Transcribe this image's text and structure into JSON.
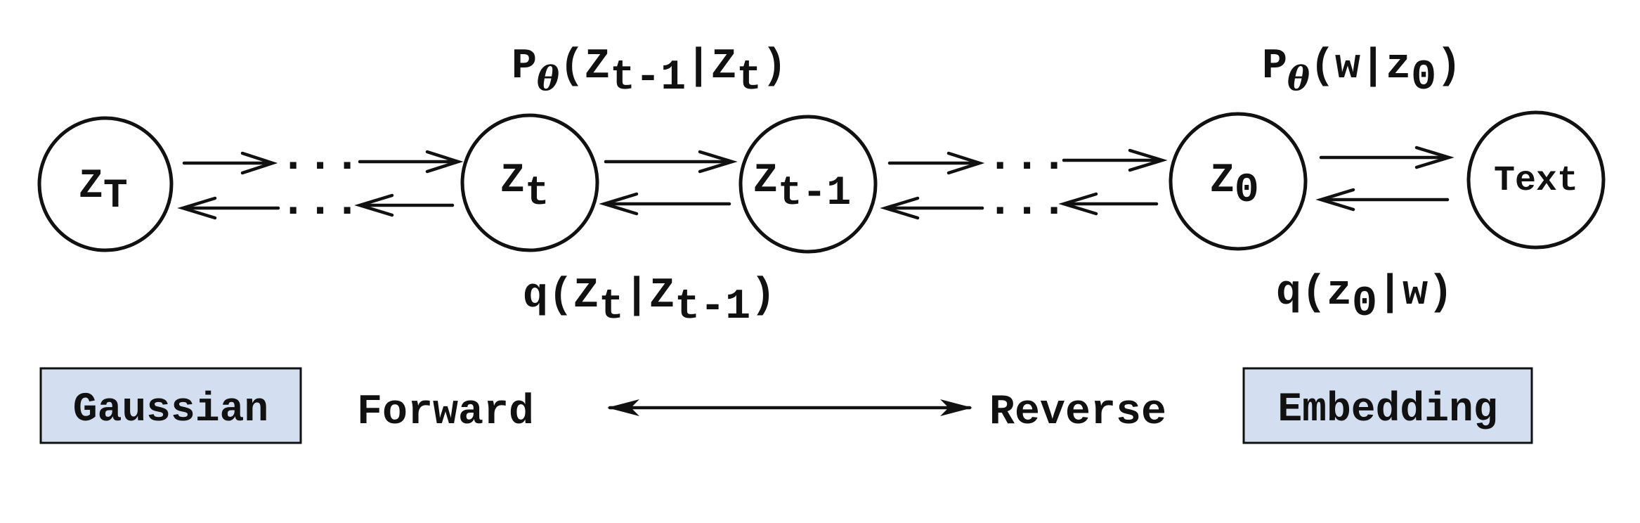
{
  "nodes": {
    "zT": {
      "base": "Z",
      "sub": "T"
    },
    "zt": {
      "base": "Z",
      "sub": "t"
    },
    "zt1": {
      "base": "Z",
      "sub": "t-1"
    },
    "z0": {
      "base": "Z",
      "sub": "0"
    },
    "text": {
      "label": "Text"
    }
  },
  "dots": "...",
  "labels": {
    "p_theta_zt": {
      "p": "P",
      "theta": "θ",
      "open": "(",
      "a_base": "Z",
      "a_sub": "t-1",
      "bar": "|",
      "b_base": "Z",
      "b_sub": "t",
      "close": ")"
    },
    "q_zt": {
      "q": "q",
      "open": "(",
      "a_base": "Z",
      "a_sub": "t",
      "bar": "|",
      "b_base": "Z",
      "b_sub": "t-1",
      "close": ")"
    },
    "p_theta_w": {
      "p": "P",
      "theta": "θ",
      "open": "(",
      "w": "w",
      "bar": "|",
      "z": "z",
      "z_sub": "0",
      "close": ")"
    },
    "q_z0": {
      "q": "q",
      "open": "(",
      "z": "z",
      "z_sub": "0",
      "bar": "|",
      "w": "w",
      "close": ")"
    }
  },
  "legend": {
    "gaussian": "Gaussian",
    "forward": "Forward",
    "reverse": "Reverse",
    "embedding": "Embedding"
  },
  "colors": {
    "box_fill": "#d3dff1",
    "stroke": "#111111"
  }
}
